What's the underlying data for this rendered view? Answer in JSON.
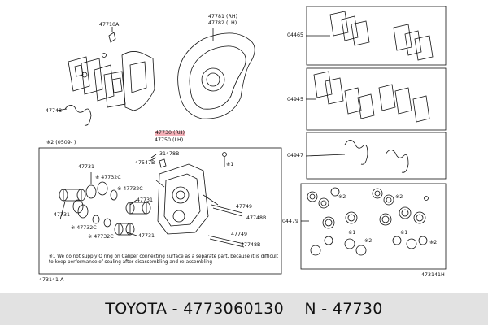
{
  "parts": {
    "p47710": "47710A",
    "p47781": "47781 (RH)",
    "p47782": "47782 (LH)",
    "p47748": "47748",
    "p47730": "47730 (RH)",
    "p47750": "47750 (LH)",
    "pRefDate": "※2 (0509-       )",
    "p31478": "31478B",
    "p47547": "47547B",
    "pStar1": "※1",
    "p47731a": "47731",
    "p47732Ca": "※ 47732C",
    "p47732Cb": "※ 47732C",
    "p47731b": "47731",
    "p47731c": "47731",
    "p47732Cc": "※ 47732C",
    "p47732Cd": "※ 47732C",
    "p47731d": "47731",
    "p47749a": "47749",
    "p47748Ba": "47748B",
    "p47749b": "47749",
    "p47748Bb": "47748B",
    "p04465": "04465",
    "p04945": "04945",
    "p04947": "04947",
    "p04479": "04479",
    "pStar2a": "※2",
    "pStar2b": "※2",
    "pStar2c": "※1",
    "pStar2d": "※2",
    "pStar2e": "※2",
    "pStar2f": "※1",
    "refLeft": "473141-A",
    "refRight": "473141H"
  },
  "note": "※1 We do not supply O ring on Caliper connecting surface as a separate part, because it is difficult to keep performance of sealing after disassembling and re-assembling",
  "footer": {
    "brand": "TOYOTA",
    "separator1": " - ",
    "part_number": "4773060130",
    "separator2": "    N - ",
    "ref_number": "47730"
  },
  "colors": {
    "highlight": "#f4b0b8",
    "footer_bg": "#e2e2e2"
  }
}
